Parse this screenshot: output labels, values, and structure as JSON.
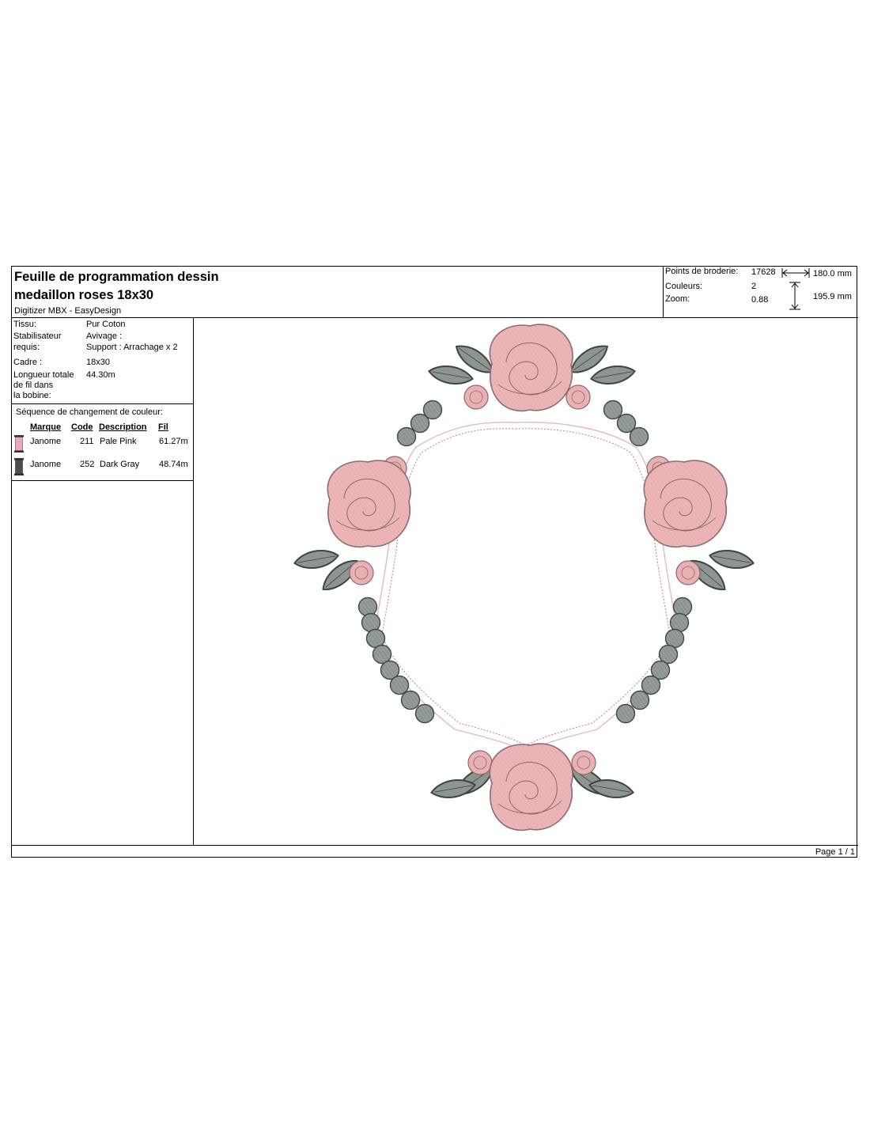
{
  "header": {
    "title_line1": "Feuille de programmation dessin",
    "title_line2": "medaillon roses 18x30",
    "software": "Digitizer MBX - EasyDesign"
  },
  "stats": {
    "stitches_label": "Points de broderie:",
    "stitches_value": "17628",
    "colors_label": "Couleurs:",
    "colors_value": "2",
    "zoom_label": "Zoom:",
    "zoom_value": "0.88",
    "width": "180.0 mm",
    "height": "195.9 mm"
  },
  "info": {
    "fabric_label": "Tissu:",
    "fabric_value": "Pur Coton",
    "stabilizer_label_1": "Stabilisateur",
    "stabilizer_label_2": "requis:",
    "stabilizer_value_1": "Avivage :",
    "stabilizer_value_2": "Support : Arrachage x 2",
    "frame_label": "Cadre :",
    "frame_value": "18x30",
    "thread_label_1": "Longueur totale",
    "thread_label_2": "de fil dans",
    "thread_label_3": "la bobine:",
    "thread_value": "44.30m"
  },
  "sequence": {
    "title": "Séquence de changement de couleur:",
    "headers": {
      "brand": "Marque",
      "code": "Code",
      "description": "Description",
      "thread": "Fil"
    },
    "rows": [
      {
        "brand": "Janome",
        "code": "211",
        "description": "Pale Pink",
        "thread": "61.27m",
        "color": "#e9a8b4"
      },
      {
        "brand": "Janome",
        "code": "252",
        "description": "Dark Gray",
        "thread": "48.74m",
        "color": "#4a4f4c"
      }
    ]
  },
  "design_colors": {
    "pink": "#e9b1b3",
    "pink_outline": "#8a6a6a",
    "gray": "#8c958f",
    "gray_dark": "#3f4541"
  },
  "footer": {
    "page": "Page 1 / 1"
  }
}
